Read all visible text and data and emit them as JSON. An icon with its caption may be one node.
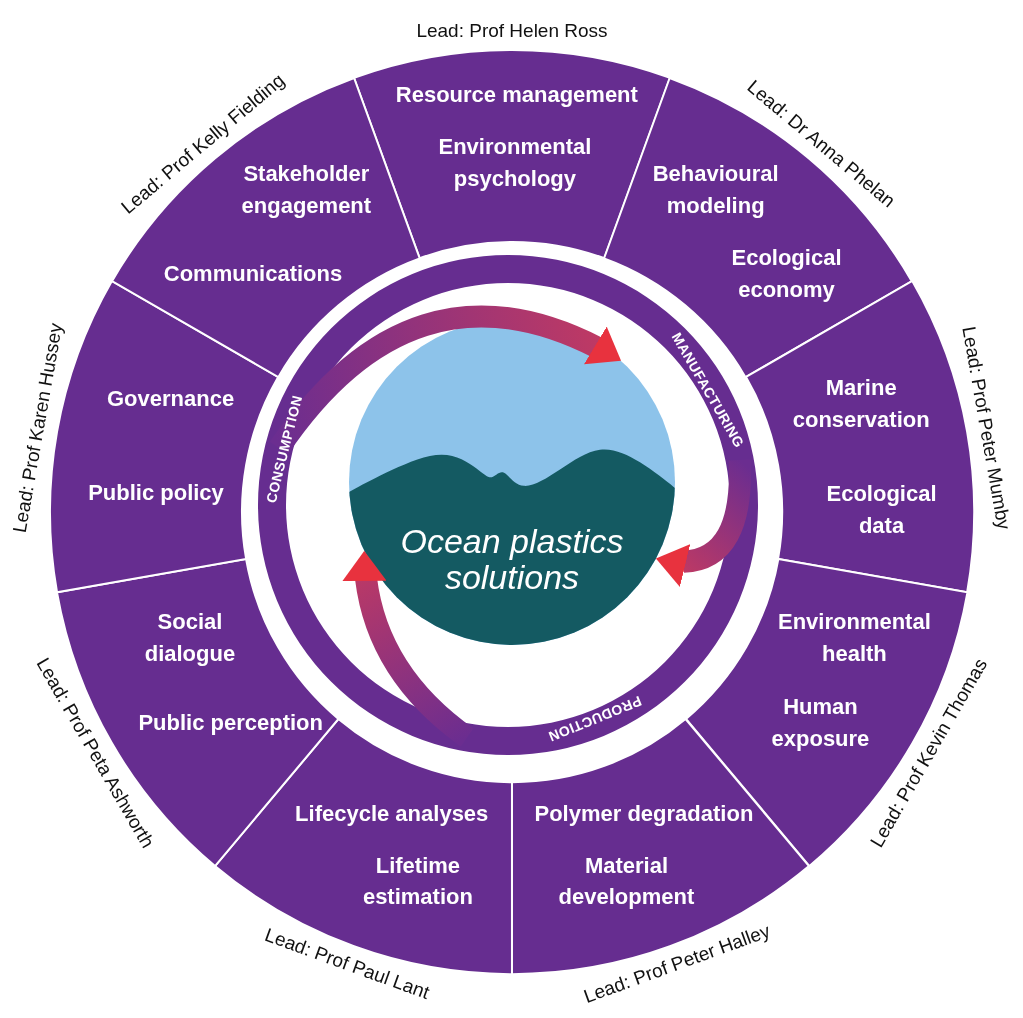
{
  "diagram": {
    "nodes": [
      {
        "text": [
          "Resource management",
          "Environmental psychology"
        ],
        "beside": [
          "Lead: Prof Helen Ross"
        ]
      },
      {
        "text": [
          "Behavioural modeling",
          "Ecological economy"
        ],
        "beside": [
          "Lead: Dr Anna Phelan"
        ]
      },
      {
        "text": [
          "Marine conservation",
          "Ecological data"
        ],
        "beside": [
          "Lead: Prof Peter Mumby"
        ]
      },
      {
        "text": [
          "Environmental health",
          "Human exposure"
        ],
        "beside": [
          "Lead: Prof Kevin Thomas"
        ]
      },
      {
        "text": [
          "Polymer degradation",
          "Material development"
        ],
        "beside": [
          "Lead: Prof Peter Halley"
        ]
      },
      {
        "text": [
          "Lifecycle analyses",
          "Lifetime estimation"
        ],
        "beside": [
          "Lead: Prof Paul Lant"
        ]
      },
      {
        "text": [
          "Social dialogue",
          "Public perception"
        ],
        "beside": [
          "Lead: Prof Peta Ashworth"
        ]
      },
      {
        "text": [
          "Governance",
          "Public policy"
        ],
        "beside": [
          "Lead: Prof Karen Hussey"
        ]
      },
      {
        "text": [
          "Stakeholder engagement",
          "Communications"
        ],
        "beside": [
          "Lead: Prof Kelly Fielding"
        ]
      },
      {
        "text": [
          "MANUFACTURING",
          "PRODUCTION",
          "CONSUMPTION"
        ]
      },
      {
        "text": [
          "Ocean plastics solutions"
        ],
        "in": 9
      }
    ],
    "edges": [
      {
        "from": 9,
        "to": 10,
        "arrow": "to"
      },
      {
        "from": 9,
        "to": 10,
        "arrow": "to"
      },
      {
        "from": 9,
        "to": 10,
        "arrow": "to"
      }
    ]
  }
}
